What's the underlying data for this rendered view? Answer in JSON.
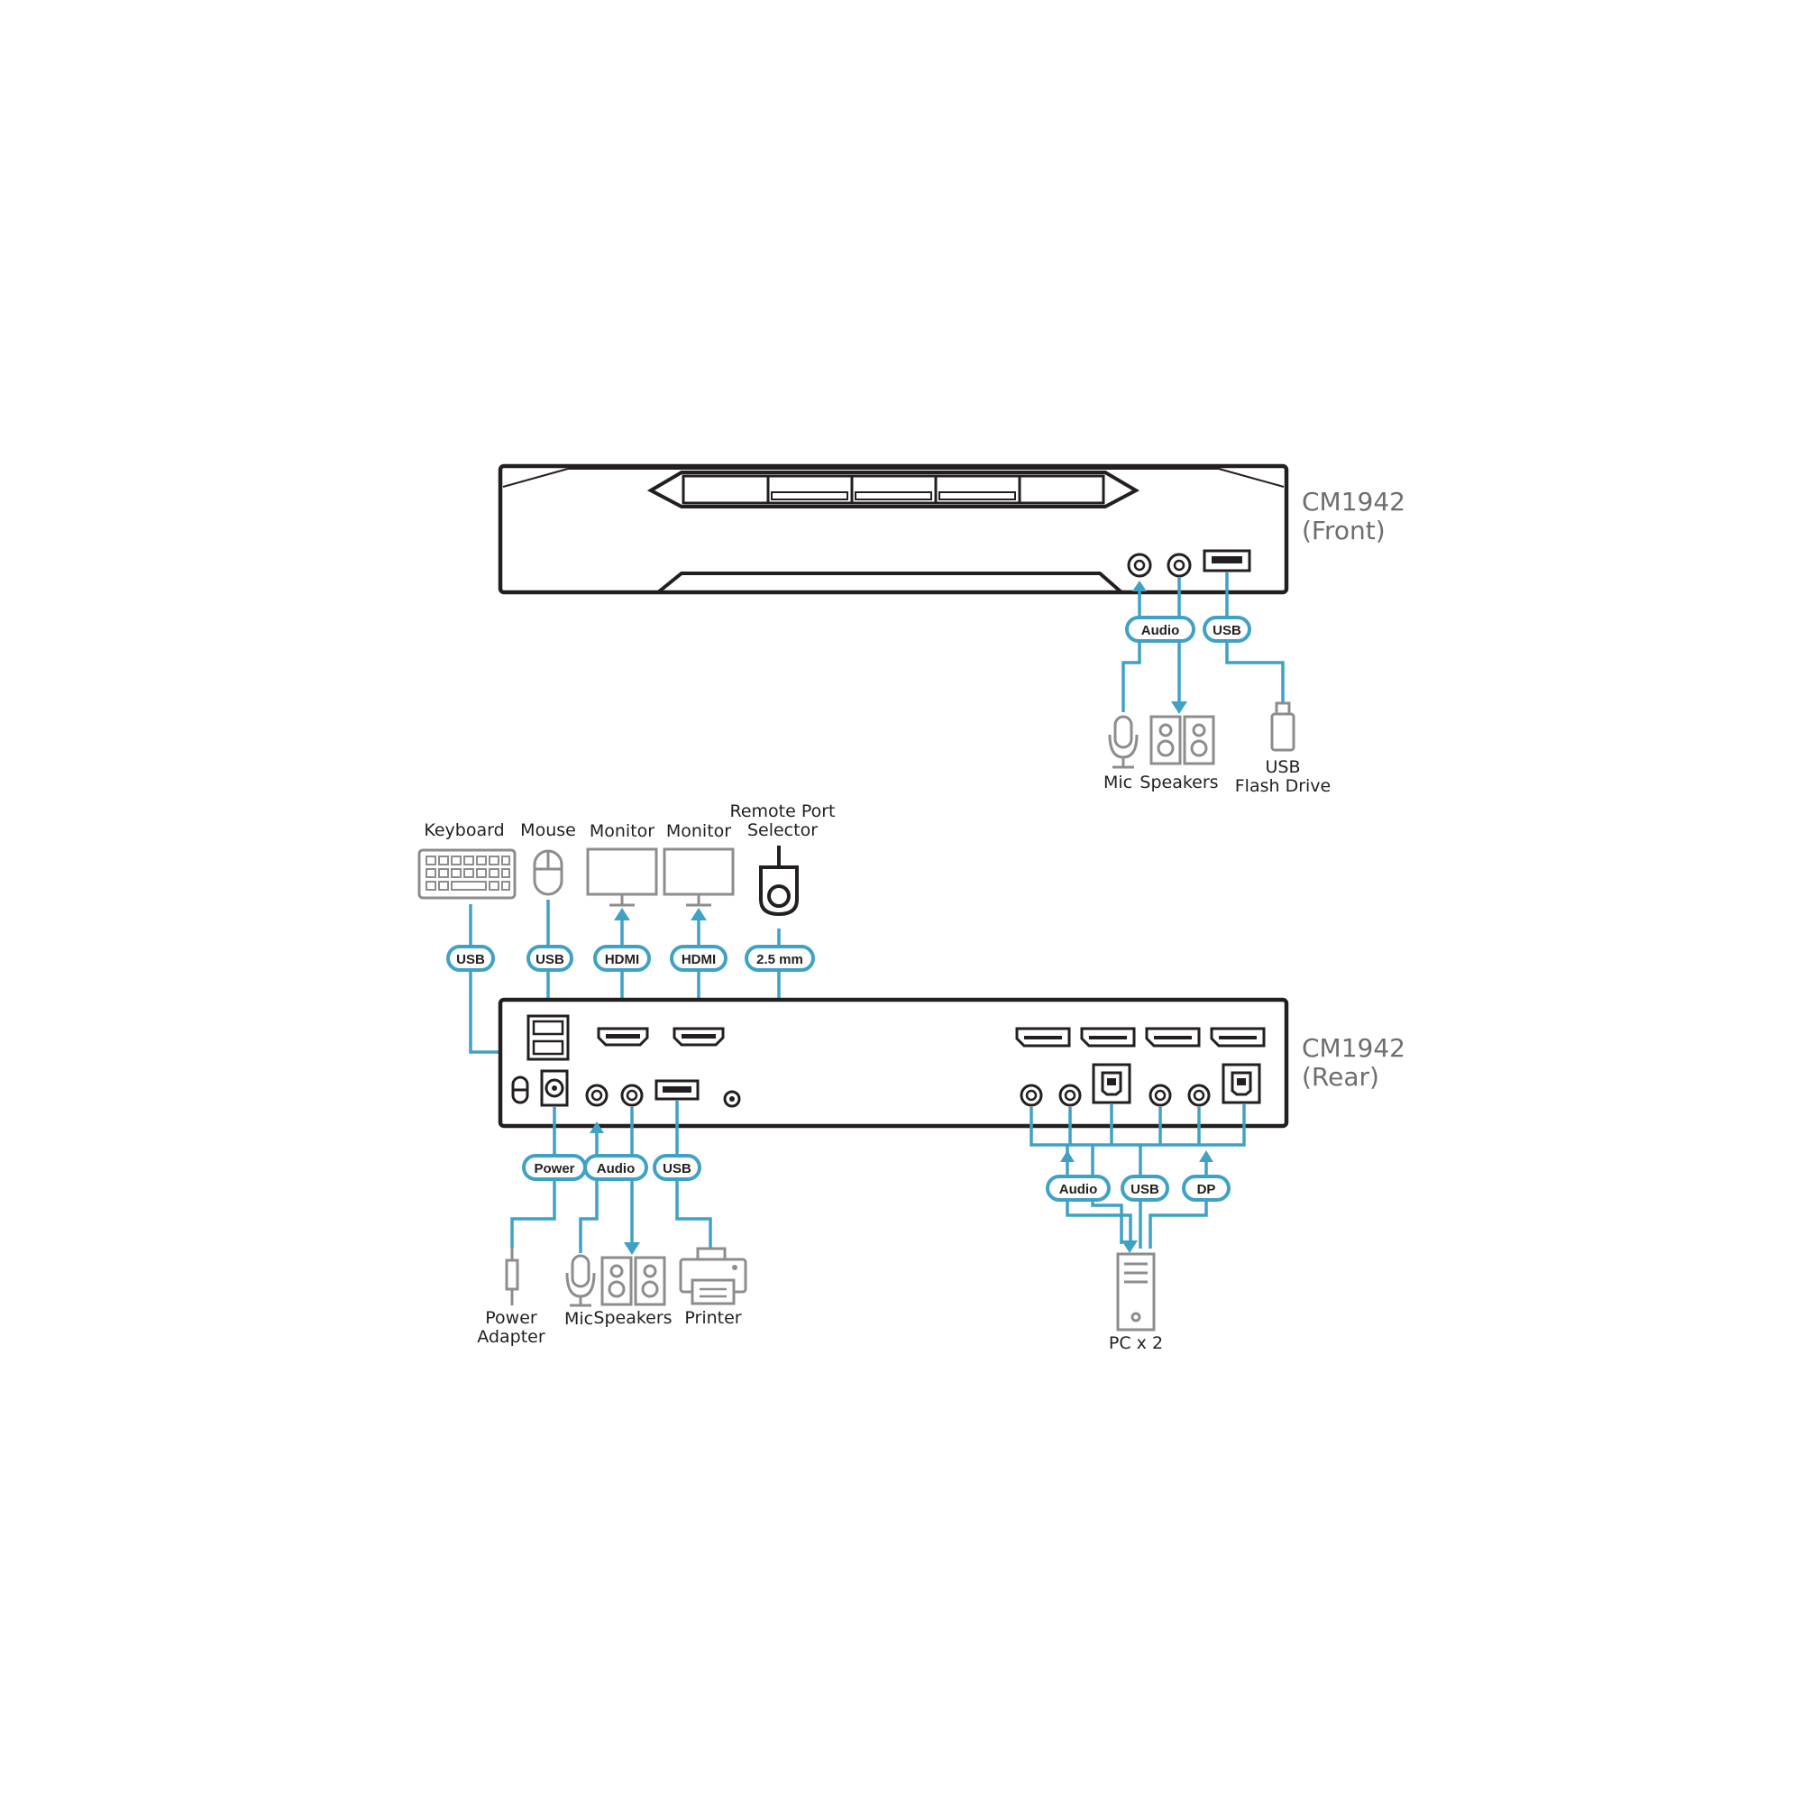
{
  "front": {
    "model": "CM1942",
    "view": "(Front)",
    "connectors": {
      "audio": "Audio",
      "usb": "USB"
    },
    "devices": {
      "mic": "Mic",
      "speakers": "Speakers",
      "usb_flash_line1": "USB",
      "usb_flash_line2": "Flash Drive"
    }
  },
  "rear": {
    "model": "CM1942",
    "view": "(Rear)",
    "top_devices": {
      "keyboard": "Keyboard",
      "mouse": "Mouse",
      "monitor1": "Monitor",
      "monitor2": "Monitor",
      "remote_line1": "Remote Port",
      "remote_line2": "Selector"
    },
    "top_connectors": {
      "keyboard": "USB",
      "mouse": "USB",
      "monitor1": "HDMI",
      "monitor2": "HDMI",
      "remote": "2.5 mm"
    },
    "bottom_connectors": {
      "power": "Power",
      "audio": "Audio",
      "usb": "USB",
      "pc_audio": "Audio",
      "pc_usb": "USB",
      "pc_dp": "DP"
    },
    "bottom_devices": {
      "power_line1": "Power",
      "power_line2": "Adapter",
      "mic": "Mic",
      "speakers": "Speakers",
      "printer": "Printer",
      "pc": "PC x 2"
    }
  },
  "colors": {
    "cable": "#3fa2c5",
    "device_outline": "#231f20",
    "peripheral_icon": "#8d8d8d",
    "model_text": "#6d6e71"
  }
}
